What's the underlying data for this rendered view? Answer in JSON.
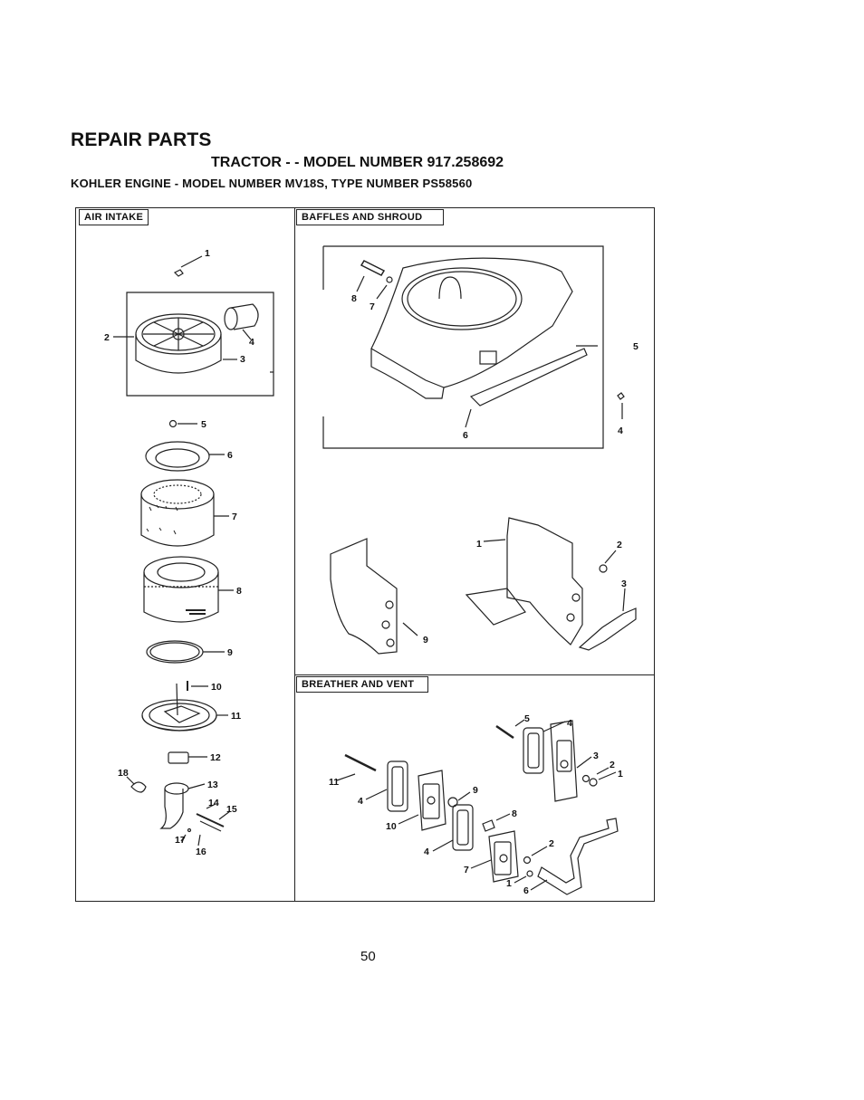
{
  "header": {
    "title": "REPAIR PARTS",
    "subtitle": "TRACTOR - - MODEL NUMBER 917.258692",
    "engine_line": "KOHLER ENGINE - MODEL NUMBER MV18S, TYPE NUMBER PS58560"
  },
  "sections": {
    "air_intake": {
      "label": "AIR INTAKE",
      "callouts": [
        "1",
        "2",
        "3",
        "4",
        "5",
        "6",
        "7",
        "8",
        "9",
        "10",
        "11",
        "12",
        "13",
        "14",
        "15",
        "16",
        "17",
        "18"
      ]
    },
    "baffles_and_shroud": {
      "label": "BAFFLES AND SHROUD",
      "callouts": [
        "8",
        "7",
        "5",
        "6",
        "4",
        "1",
        "2",
        "3",
        "9"
      ]
    },
    "breather_and_vent": {
      "label": "BREATHER AND VENT",
      "callouts": [
        "5",
        "4",
        "3",
        "2",
        "1",
        "11",
        "4",
        "9",
        "10",
        "8",
        "4",
        "2",
        "7",
        "1",
        "6"
      ]
    }
  },
  "footer": {
    "page_number": "50"
  }
}
